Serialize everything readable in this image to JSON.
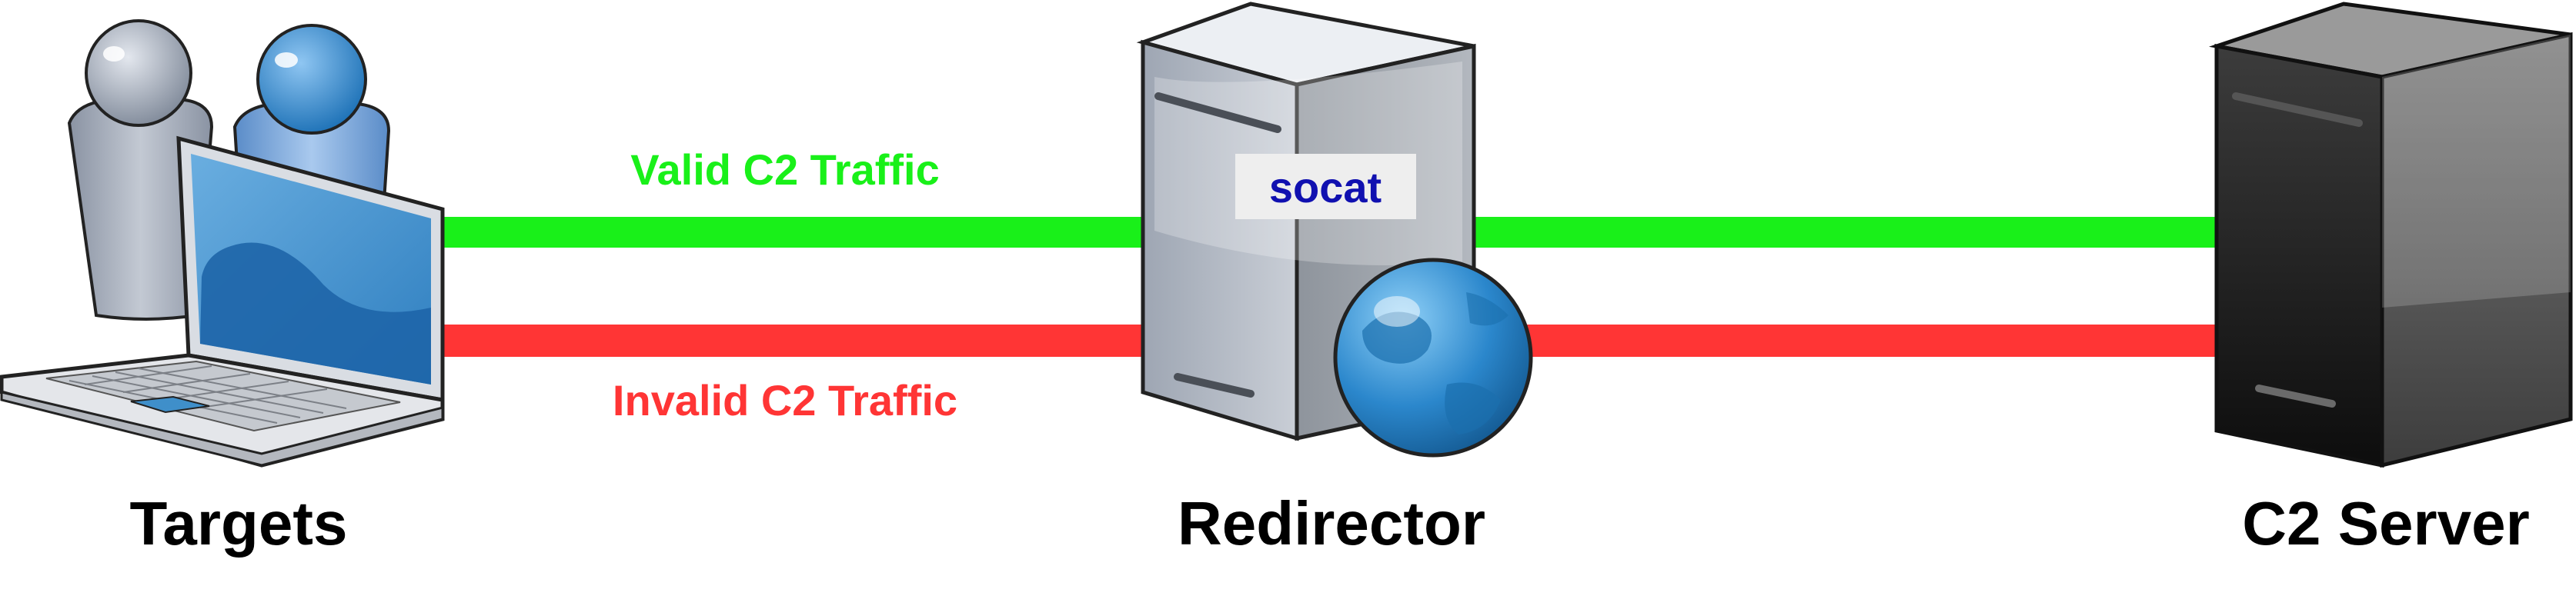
{
  "traffic": {
    "valid_label": "Valid C2 Traffic",
    "invalid_label": "Invalid C2 Traffic",
    "valid_color": "#19f019",
    "invalid_color": "#ff3535"
  },
  "nodes": {
    "targets_label": "Targets",
    "redirector_label": "Redirector",
    "redirector_service": "socat",
    "c2_label": "C2 Server"
  },
  "colors": {
    "socat_text": "#1010b0",
    "globe": "#2b87cc",
    "redirector_server": "#a9b0ba",
    "c2_server": "#2a2a2a",
    "laptop_screen": "#3f8fca"
  },
  "icons": {
    "targets": [
      "user-grey-icon",
      "user-blue-icon",
      "laptop-icon"
    ],
    "redirector": [
      "server-tower-icon",
      "globe-icon"
    ],
    "c2": [
      "server-tower-dark-icon"
    ]
  }
}
